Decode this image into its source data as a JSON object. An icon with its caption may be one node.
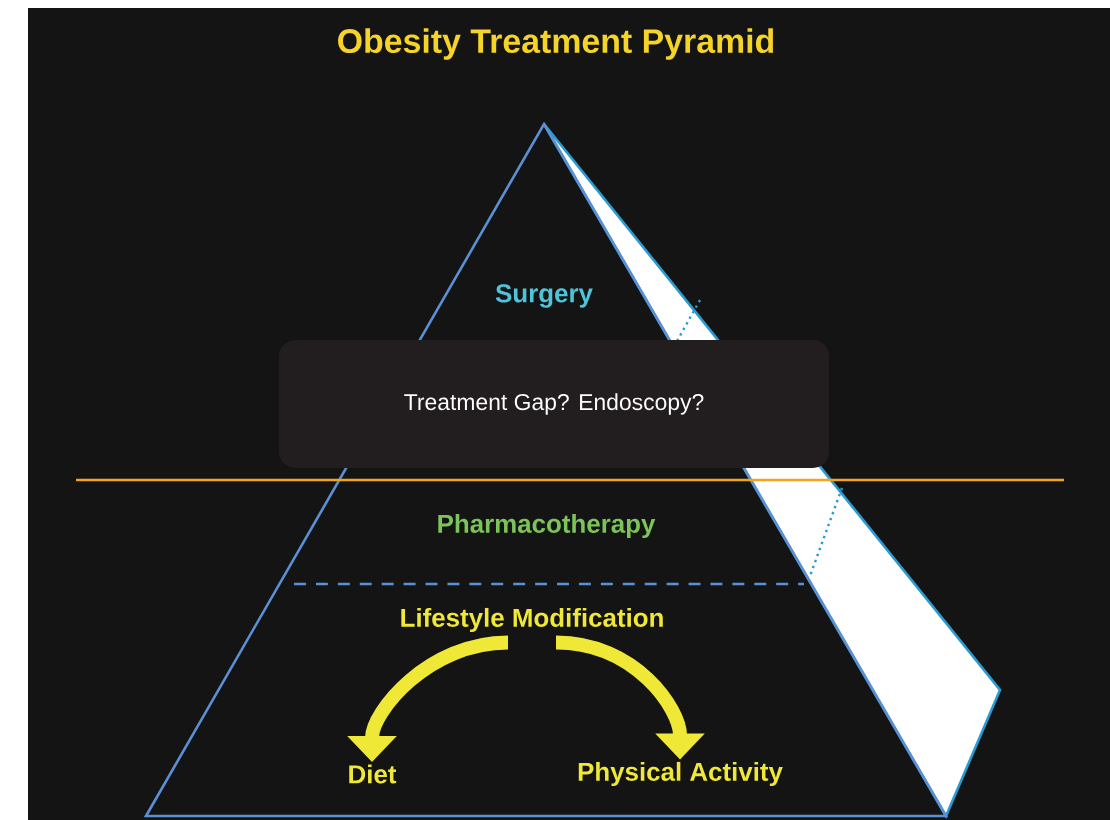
{
  "diagram": {
    "title": "Obesity Treatment Pyramid",
    "nodes": [
      {
        "text": [
          "Surgery"
        ]
      },
      {
        "text": [
          "Treatment Gap? Endoscopy?"
        ]
      },
      {
        "text": [
          "Pharmacotherapy"
        ]
      },
      {
        "text": [
          "Lifestyle Modification"
        ]
      },
      {
        "text": [
          "Diet"
        ]
      },
      {
        "text": [
          "Physical Activity"
        ]
      }
    ],
    "edges": [
      {
        "from": 3,
        "to": 4,
        "arrow": "to"
      },
      {
        "from": 3,
        "to": 5,
        "arrow": "to"
      }
    ]
  }
}
